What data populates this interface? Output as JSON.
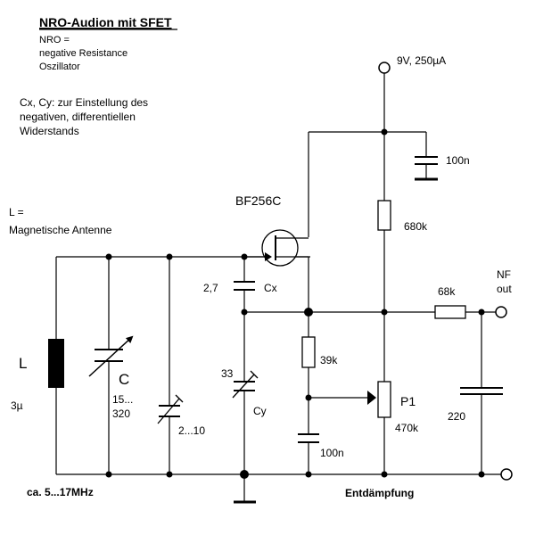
{
  "title": "NRO-Audion mit SFET",
  "subtitle_lines": [
    "NRO =",
    "negative Resistance",
    "Oszillator"
  ],
  "note_lines": [
    "Cx, Cy: zur Einstellung des",
    "negativen, differentiellen",
    "Widerstands"
  ],
  "antenna_note_lines": [
    "L =",
    "Magnetische Antenne"
  ],
  "supply_label": "9V, 250µA",
  "transistor_label": "BF256C",
  "components": {
    "L": {
      "name": "L",
      "value": "3µ"
    },
    "C": {
      "name": "C",
      "value_lines": [
        "15...",
        "320"
      ]
    },
    "trimmer": {
      "value": "2...10"
    },
    "Cx": {
      "name": "Cx",
      "value": "2,7"
    },
    "Cy": {
      "name": "Cy",
      "value": "33"
    },
    "R39": {
      "value": "39k"
    },
    "C100_low": {
      "value": "100n"
    },
    "R680": {
      "value": "680k"
    },
    "C100_top": {
      "value": "100n"
    },
    "P1": {
      "name": "P1",
      "value": "470k"
    },
    "R68": {
      "value": "68k"
    },
    "C220": {
      "value": "220"
    }
  },
  "output_label_lines": [
    "NF",
    "out"
  ],
  "frequency_label": "ca. 5...17MHz",
  "damping_label": "Entdämpfung",
  "colors": {
    "ink": "#000000",
    "background": "#ffffff"
  }
}
